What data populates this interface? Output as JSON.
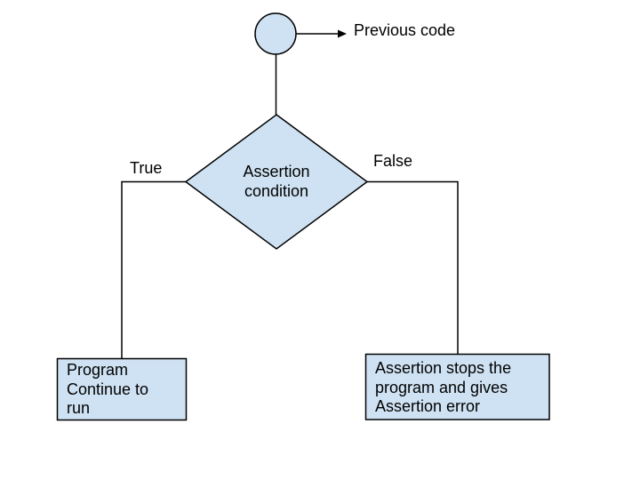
{
  "diagram": {
    "colors": {
      "background": "#ffffff",
      "node_fill": "#cfe2f3",
      "node_border": "#000000",
      "connector": "#000000",
      "text": "#000000"
    },
    "nodes": {
      "start": {
        "shape": "circle",
        "label": ""
      },
      "previous_code": {
        "label": "Previous code"
      },
      "condition": {
        "shape": "diamond",
        "label": "Assertion\ncondition"
      },
      "true_result": {
        "shape": "rect",
        "label": "Program\nContinue to\nrun"
      },
      "false_result": {
        "shape": "rect",
        "label": "Assertion stops the\nprogram and gives\nAssertion error"
      }
    },
    "edges": {
      "true_label": "True",
      "false_label": "False"
    }
  }
}
